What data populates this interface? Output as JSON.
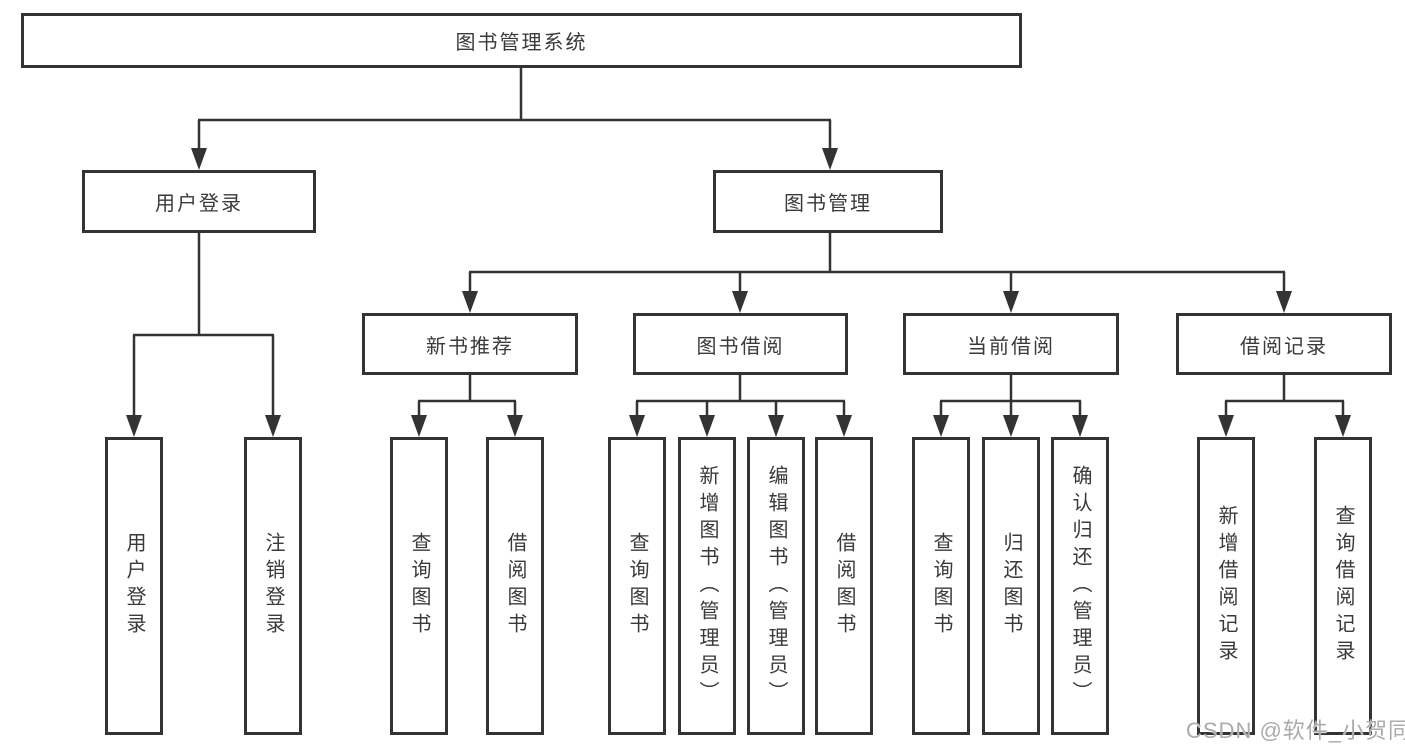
{
  "tree": {
    "root": {
      "label": "图书管理系统"
    },
    "branches": [
      {
        "label": "用户登录",
        "children": [
          "用户登录",
          "注销登录"
        ]
      },
      {
        "label": "图书管理",
        "groups": [
          {
            "label": "新书推荐",
            "children": [
              "查询图书",
              "借阅图书"
            ]
          },
          {
            "label": "图书借阅",
            "children": [
              "查询图书",
              "新增图书（管理员）",
              "编辑图书（管理员）",
              "借阅图书"
            ]
          },
          {
            "label": "当前借阅",
            "children": [
              "查询图书",
              "归还图书",
              "确认归还（管理员）"
            ]
          },
          {
            "label": "借阅记录",
            "children": [
              "新增借阅记录",
              "查询借阅记录"
            ]
          }
        ]
      }
    ]
  },
  "watermark": "CSDN @软件_小贺同学",
  "colors": {
    "line": "#333333",
    "text": "#3a3a3a",
    "background": "#ffffff",
    "watermark": "#ababab"
  }
}
